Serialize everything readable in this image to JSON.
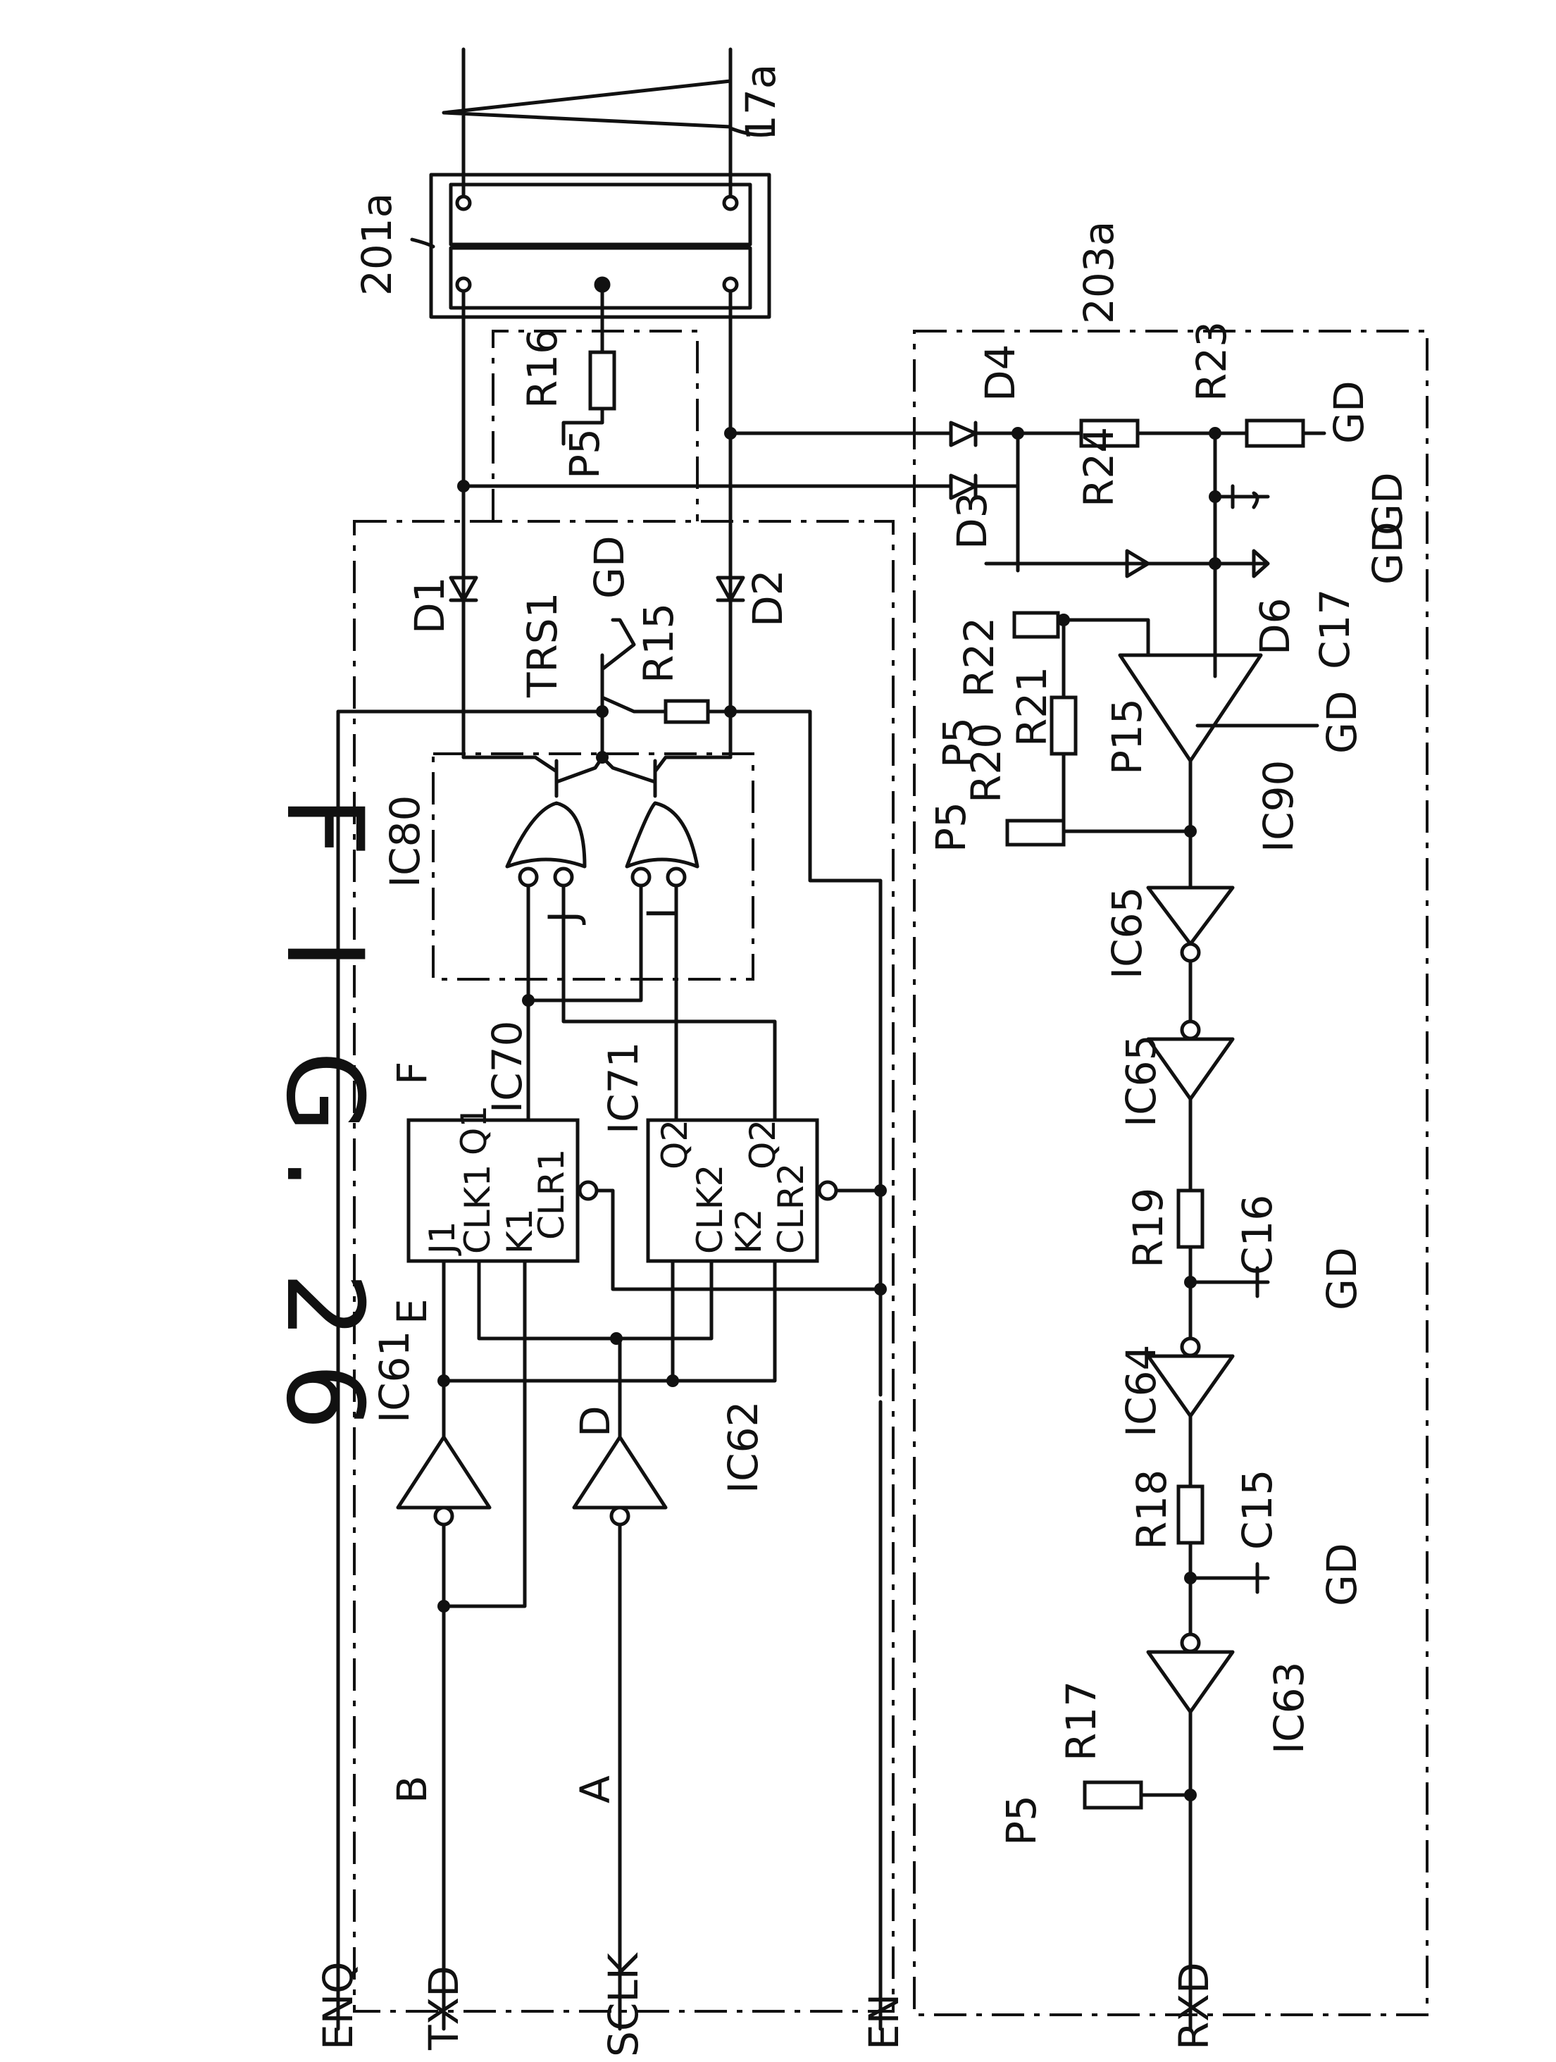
{
  "figure": {
    "title": "F I G. 26"
  },
  "labels": {
    "l17a": "17a",
    "l201a": "201a",
    "l203a": "203a",
    "R16": "R16",
    "P5": "P5",
    "D1": "D1",
    "D2": "D2",
    "TRS1": "TRS1",
    "GD": "GD",
    "R15": "R15",
    "IC80": "IC80",
    "J": "J",
    "I": "I",
    "F": "F",
    "IC70": "IC70",
    "IC71": "IC71",
    "Q1": "Q1",
    "J1": "J1",
    "CLK1": "CLK1",
    "K1": "K1",
    "CLR1": "CLR1",
    "Q2": "Q2",
    "Q2bar": "Q2",
    "CLK2": "CLK2",
    "K2": "K2",
    "CLR2": "CLR2",
    "E": "E",
    "D": "D",
    "IC61": "IC61",
    "IC62": "IC62",
    "B": "B",
    "A": "A",
    "ENQ": "ENQ",
    "TXD": "TXD",
    "SCLK": "SCLK",
    "EN": "EN",
    "RXD": "RXD",
    "D4": "D4",
    "D3": "D3",
    "R23": "R23",
    "R24": "R24",
    "R22": "R22",
    "R21": "R21",
    "R20": "R20",
    "P15": "P15",
    "IC90": "IC90",
    "D6": "D6",
    "C17": "C17",
    "IC65": "IC65",
    "R19": "R19",
    "C16": "C16",
    "IC64": "IC64",
    "R18": "R18",
    "C15": "C15",
    "R17": "R17",
    "IC63": "IC63"
  }
}
